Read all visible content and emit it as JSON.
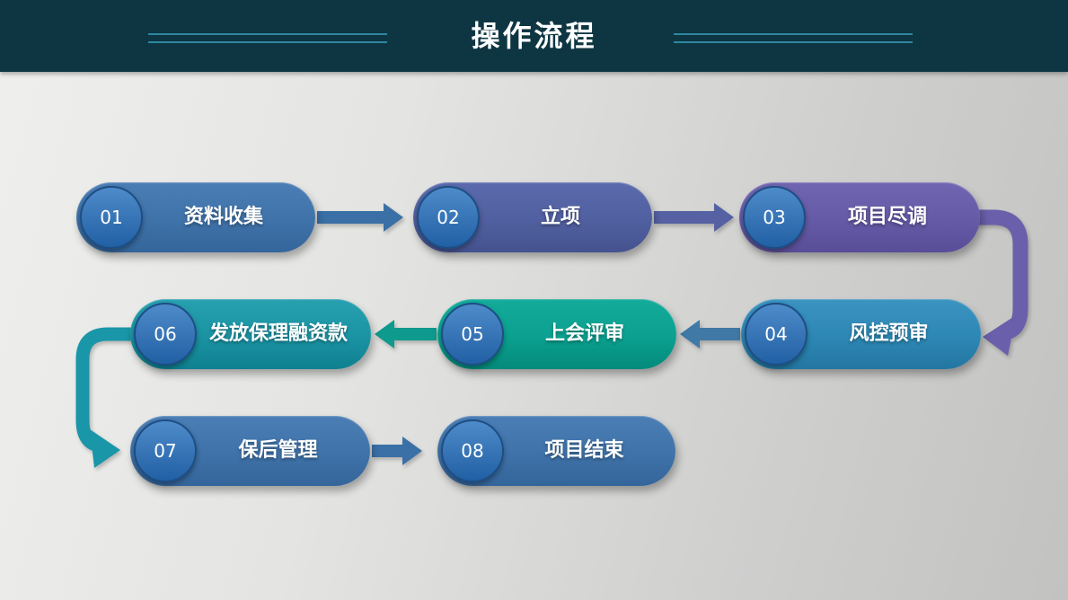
{
  "slide": {
    "title": "操作流程",
    "colors": {
      "header_bg": "#0e3642",
      "accent_line": "#2e86a0",
      "bg_left": "#efefed",
      "bg_right": "#c2c2c1",
      "circle_top": "#4e8bca",
      "circle_bottom": "#2160a4",
      "circle_border": "#1d4e84",
      "text": "#ffffff"
    },
    "steps": [
      {
        "num": "01",
        "label": "资料收集",
        "color_top": "#4a7eb5",
        "base": "#3f72a8",
        "color_bottom": "#34659b"
      },
      {
        "num": "02",
        "label": "立项",
        "color_top": "#5a6aac",
        "base": "#505f9f",
        "color_bottom": "#44538f"
      },
      {
        "num": "03",
        "label": "项目尽调",
        "color_top": "#7065b1",
        "base": "#655aa6",
        "color_bottom": "#584d97"
      },
      {
        "num": "04",
        "label": "风控预审",
        "color_top": "#3b93c0",
        "base": "#2d87b4",
        "color_bottom": "#2376a1"
      },
      {
        "num": "05",
        "label": "上会评审",
        "color_top": "#14ab9a",
        "base": "#0ba08f",
        "color_bottom": "#048a7b"
      },
      {
        "num": "06",
        "label": "发放保理融资款",
        "color_top": "#27a0b0",
        "base": "#1a93a3",
        "color_bottom": "#0f8090"
      },
      {
        "num": "07",
        "label": "保后管理",
        "color_top": "#4a7eb5",
        "base": "#3f72a8",
        "color_bottom": "#34659b"
      },
      {
        "num": "08",
        "label": "项目结束",
        "color_top": "#4a7eb5",
        "base": "#3f72a8",
        "color_bottom": "#34659b"
      }
    ],
    "arrows": {
      "a12": "#3a70a6",
      "a23": "#5561a3",
      "a34": "#6a5fab",
      "a45": "#4079a6",
      "a56": "#0e9a8c",
      "a67": "#1996a8",
      "a78": "#3a70a6"
    }
  }
}
